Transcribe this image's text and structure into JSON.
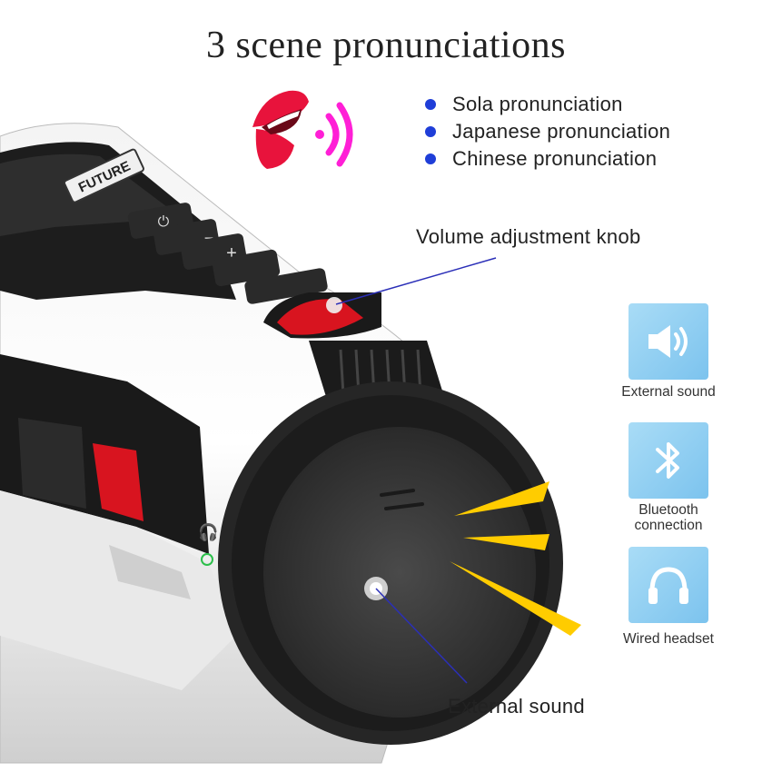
{
  "title": "3 scene pronunciations",
  "pronunciations": [
    "Sola pronunciation",
    "Japanese pronunciation",
    "Chinese pronunciation"
  ],
  "callouts": {
    "volume_knob": "Volume adjustment knob",
    "external_sound": "External sound"
  },
  "device_brand": "FUTURE",
  "features": [
    {
      "icon": "speaker-icon",
      "label": "External sound"
    },
    {
      "icon": "bluetooth-icon",
      "label": "Bluetooth\nconnection"
    },
    {
      "icon": "headphones-icon",
      "label": "Wired headset"
    }
  ],
  "colors": {
    "bullet": "#1f3ed8",
    "sound_waves": "#ff1fd6",
    "card": "#8fcff2",
    "leader_line": "#2b2fb8",
    "sound_burst": "#ffcc00",
    "knob": "#d8141f"
  }
}
